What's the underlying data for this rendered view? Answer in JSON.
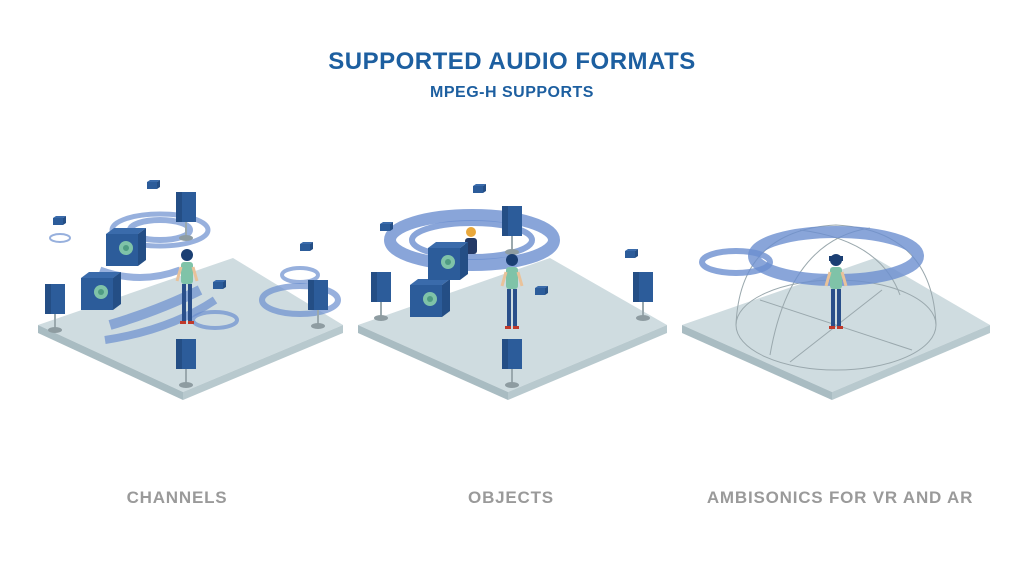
{
  "header": {
    "title": "SUPPORTED AUDIO FORMATS",
    "subtitle": "MPEG-H SUPPORTS"
  },
  "panels": [
    {
      "label": "CHANNELS"
    },
    {
      "label": "OBJECTS"
    },
    {
      "label": "AMBISONICS FOR VR AND AR"
    }
  ],
  "colors": {
    "brand": "#1d5fa0",
    "caption": "#9a9a9a",
    "floor_top": "#cfdce0",
    "floor_side": "#a9bcc2",
    "speaker": "#2c5c9a",
    "wave": "#6b8fcf",
    "shirt": "#7fc3a8",
    "pants": "#2a4f8a"
  }
}
